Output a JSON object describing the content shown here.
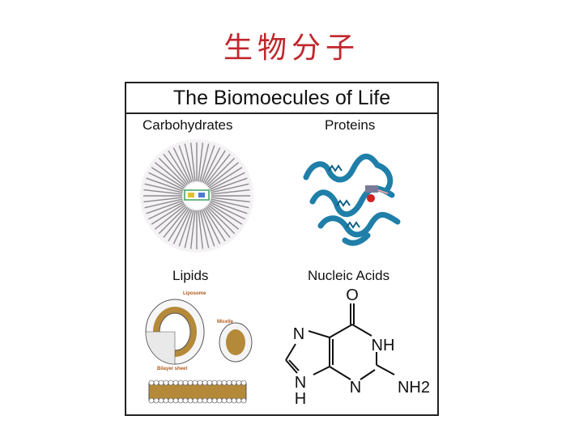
{
  "slide": {
    "title": "生物分子"
  },
  "figure": {
    "title": "The Biomoecules of Life",
    "quadrants": [
      {
        "label": "Carbohydrates"
      },
      {
        "label": "Proteins"
      },
      {
        "label": "Lipids",
        "sublabels": [
          "Liposome",
          "Micelle",
          "Bilayer sheet"
        ]
      },
      {
        "label": "Nucleic Acids",
        "atoms": [
          "O",
          "N",
          "NH",
          "N",
          "H",
          "N",
          "NH2"
        ]
      }
    ]
  },
  "colors": {
    "title_red": "#c0272d",
    "protein_blue": "#1f7fa8",
    "lipid_gold": "#b5893a",
    "carb_grey": "#8d8a8f"
  },
  "icons": [
    "glycogen-molecule",
    "protein-ribbon",
    "lipid-structures",
    "guanine-structure"
  ]
}
